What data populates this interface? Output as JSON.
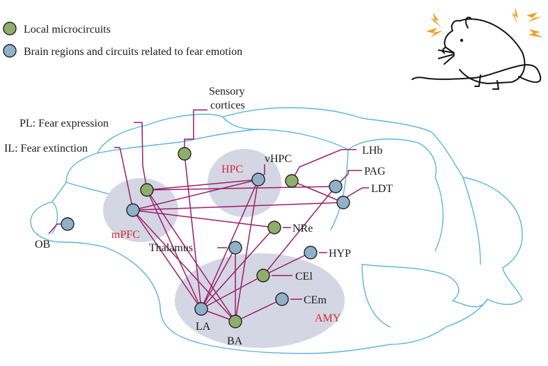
{
  "legend": {
    "local": "Local microcircuits",
    "brain": "Brain regions and circuits related to fear emotion"
  },
  "colors": {
    "local_node": "#8fae6c",
    "brain_node": "#8fb1c9",
    "connection": "#9c1c6b",
    "outline": "#5ab4dc",
    "region_fill": "#d4d6e4",
    "region_text": "#d42a2a",
    "shock": "#f49a1a"
  },
  "regions": {
    "hpc": "HPC",
    "mpfc": "mPFC",
    "amy": "AMY"
  },
  "labels": {
    "sensory_line1": "Sensory",
    "sensory_line2": "cortices",
    "pl": "PL: Fear expression",
    "il": "IL: Fear extinction",
    "ob": "OB",
    "vhpc": "vHPC",
    "lhb": "LHb",
    "pag": "PAG",
    "ldt": "LDT",
    "nre": "NRe",
    "thalamus": "Thalamus",
    "hyp": "HYP",
    "cel": "CEl",
    "cem": "CEm",
    "la": "LA",
    "ba": "BA"
  }
}
